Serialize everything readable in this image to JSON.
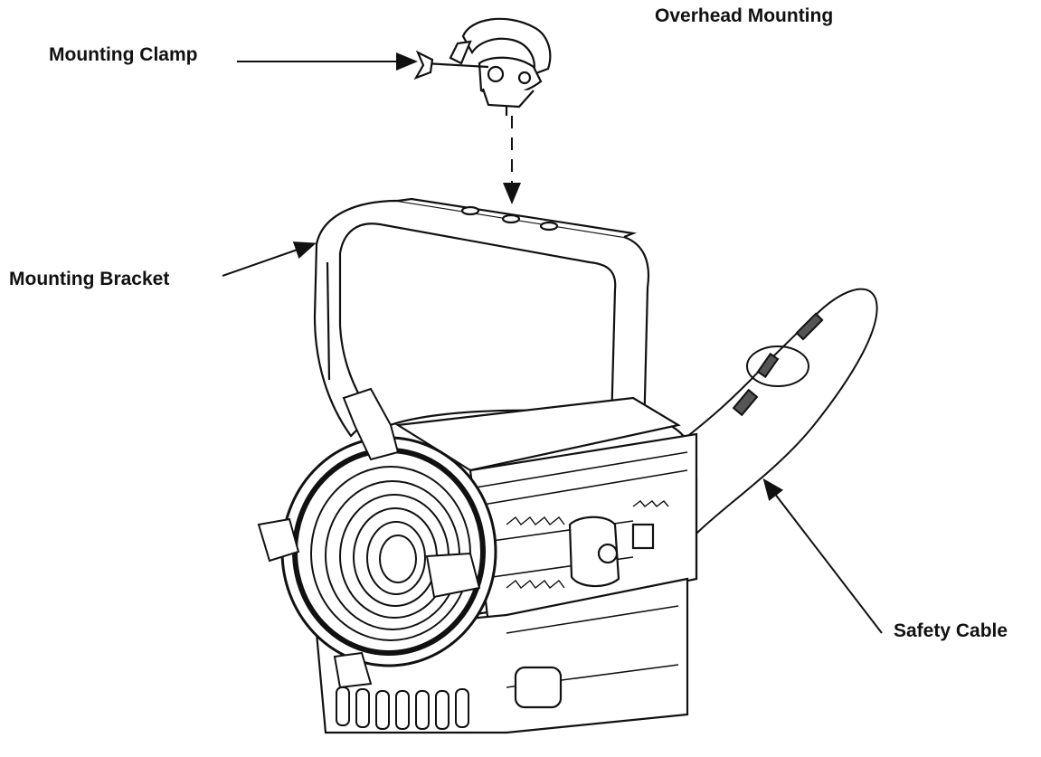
{
  "diagram": {
    "title": "Overhead Mounting",
    "callouts": {
      "mounting_clamp": "Mounting Clamp",
      "mounting_bracket": "Mounting Bracket",
      "safety_cable": "Safety Cable"
    }
  },
  "style": {
    "line_color": "#111111",
    "background": "#ffffff"
  }
}
